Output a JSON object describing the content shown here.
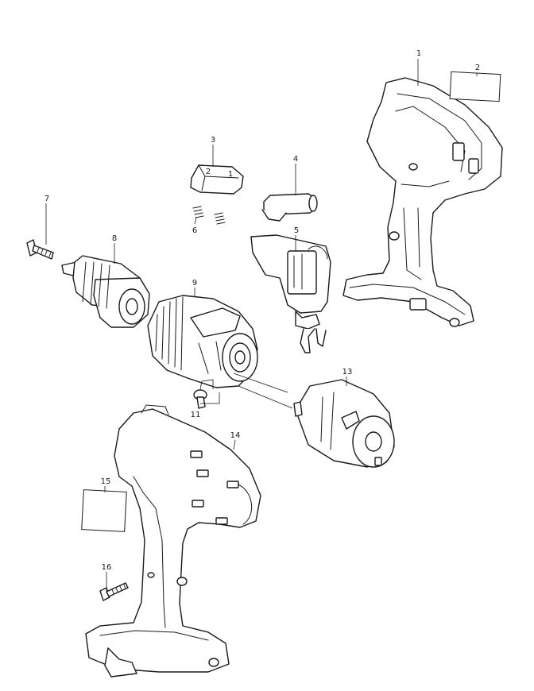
{
  "callouts": {
    "p1": "1",
    "p2": "2",
    "p3": "3",
    "p4": "4",
    "p5": "5",
    "p6": "6",
    "p7": "7",
    "p8": "8",
    "p9": "9",
    "p11": "11",
    "p13": "13",
    "p14": "14",
    "p15": "15",
    "p16": "16"
  },
  "switch_marks": {
    "left": "2",
    "right": "1"
  },
  "colors": {
    "line": "#1a1a1a",
    "background": "#ffffff"
  }
}
